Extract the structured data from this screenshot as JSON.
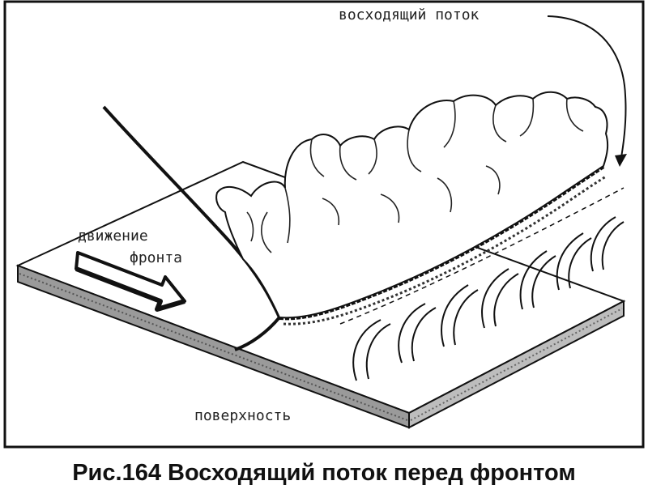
{
  "figure": {
    "caption": "Рис.164 Восходящий поток перед фронтом",
    "labels": {
      "updraft": "восходящий поток",
      "front_motion_line1": "движение",
      "front_motion_line2": "фронта",
      "surface": "поверхность"
    }
  },
  "colors": {
    "ink": "#111111",
    "paper": "#ffffff",
    "surface_edge": "#8a8a8a"
  }
}
